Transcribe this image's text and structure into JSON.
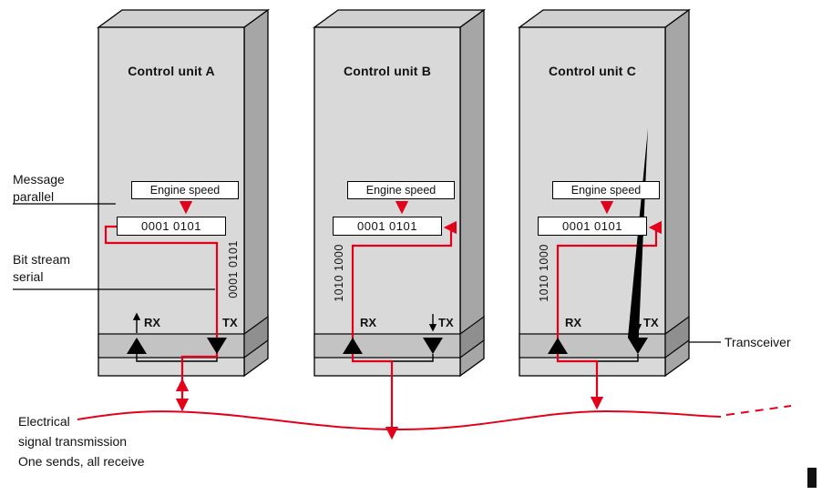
{
  "colors": {
    "accent_red": "#e2001a",
    "box_face": "#d9d9d9",
    "box_top": "#d0d0d0",
    "box_side": "#a6a6a6",
    "strip_face": "#c3c3c3",
    "strip_side": "#8f8f8f"
  },
  "units": [
    {
      "title": "Control unit A",
      "signal_label": "Engine speed",
      "parallel_bits": "0001 0101",
      "serial_bits": "0001 0101",
      "rx_label": "RX",
      "tx_label": "TX"
    },
    {
      "title": "Control unit B",
      "signal_label": "Engine speed",
      "parallel_bits": "0001 0101",
      "serial_bits": "1010 1000",
      "rx_label": "RX",
      "tx_label": "TX"
    },
    {
      "title": "Control unit C",
      "signal_label": "Engine speed",
      "parallel_bits": "0001 0101",
      "serial_bits": "1010 1000",
      "rx_label": "RX",
      "tx_label": "TX"
    }
  ],
  "annotations": {
    "message_parallel": {
      "line1": "Message",
      "line2": "parallel"
    },
    "bit_stream": {
      "line1": "Bit stream",
      "line2": "serial"
    },
    "transceiver": "Transceiver",
    "bus_caption": {
      "line1": "Electrical",
      "line2": "signal transmission",
      "line3": "One sends, all receive"
    }
  }
}
